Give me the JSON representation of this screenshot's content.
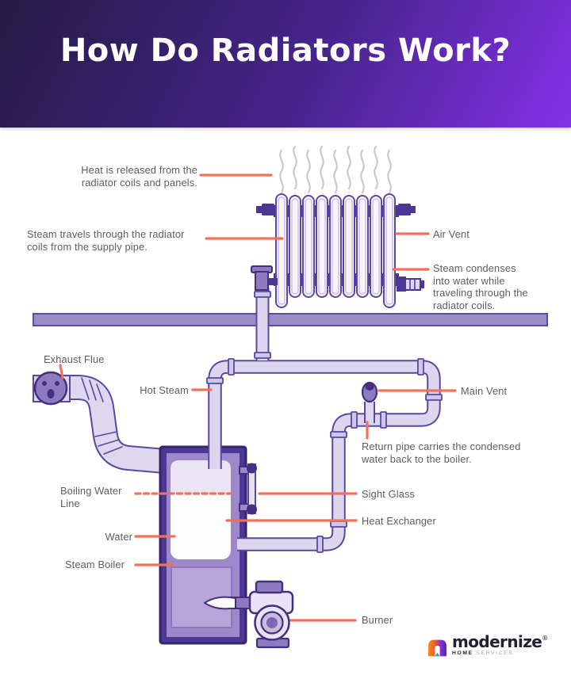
{
  "header": {
    "title": "How Do Radiators Work?"
  },
  "labels": {
    "heat_released": "Heat is released from the\nradiator coils and panels.",
    "steam_travels": "Steam travels through the radiator\ncoils from the supply pipe.",
    "air_vent": "Air Vent",
    "steam_condenses": "Steam condenses\ninto water while\ntraveling through the\nradiator coils.",
    "exhaust_flue": "Exhaust Flue",
    "hot_steam": "Hot Steam",
    "main_vent": "Main Vent",
    "return_pipe": "Return pipe carries the condensed\nwater back to the boiler.",
    "boiling_water_line": "Boiling Water\nLine",
    "sight_glass": "Sight Glass",
    "heat_exchanger": "Heat Exchanger",
    "water": "Water",
    "steam_boiler": "Steam Boiler",
    "burner": "Burner"
  },
  "logo": {
    "brand": "modernize",
    "registered": "®",
    "tagline_bold": "HOME",
    "tagline_light": "SERVICES"
  },
  "colors": {
    "header_gradient_start": "#241b45",
    "header_gradient_end": "#8531e8",
    "leader_line": "#f2705b",
    "pipe_fill": "#ddd6ee",
    "pipe_outline": "#584a9e",
    "purple_deep": "#4b3794",
    "purple_dark": "#44307f",
    "purple_mid": "#8d7ac0",
    "floor": "#9c8bc6",
    "label_text": "#5d5c64",
    "steam_wave": "#c9c7d2"
  }
}
